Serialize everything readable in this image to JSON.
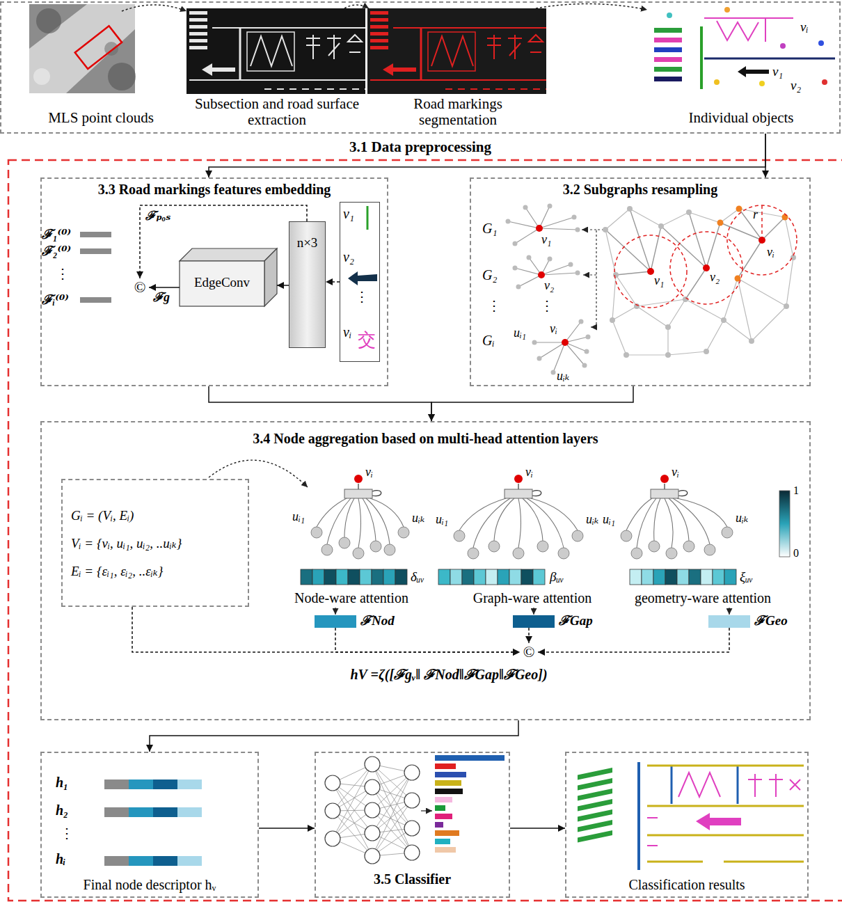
{
  "diagram": {
    "nodes": [
      {
        "text": [
          "3.1 Data preprocessing"
        ]
      },
      {
        "text": [
          "3.3 Road markings features embedding"
        ]
      },
      {
        "text": [
          "n×3"
        ],
        "in": 1
      },
      {
        "text": [
          "EdgeConv"
        ],
        "in": 1
      },
      {
        "text": [
          "v₁",
          "v₂",
          "⋮",
          "vᵢ",
          "交"
        ],
        "in": 1
      },
      {
        "text": [
          "©"
        ],
        "in": 1
      },
      {
        "text": [
          "3.2 Subgraphs resampling"
        ]
      },
      {
        "text": [
          "3.4 Node aggregation based on multi-head attention layers"
        ]
      },
      {
        "text": [
          "Gᵢ = (Vᵢ, Eᵢ)",
          "Vᵢ = {vᵢ, uᵢ₁, uᵢ₂, ..uᵢₖ}",
          "Eᵢ = {εᵢ₁, εᵢ₂, ..εᵢₖ}"
        ],
        "in": 7
      },
      {
        "text": [
          "ℱNod"
        ],
        "in": 7
      },
      {
        "text": [
          "ℱGap"
        ],
        "in": 7
      },
      {
        "text": [
          "ℱGeo"
        ],
        "in": 7
      },
      {
        "text": [
          "©"
        ],
        "in": 7
      },
      {
        "text": [
          "Final node descriptor hᵥ"
        ]
      },
      {
        "text": [
          "3.5 Classifier"
        ]
      },
      {
        "text": [
          "Classification results"
        ]
      }
    ],
    "edges": [
      {
        "from": 0,
        "to": 1,
        "arrow": "to"
      },
      {
        "from": 0,
        "to": 6,
        "arrow": "to"
      },
      {
        "from": 4,
        "to": 2,
        "arrow": "to"
      },
      {
        "from": 2,
        "to": 3,
        "arrow": "to"
      },
      {
        "from": 3,
        "to": 5,
        "arrow": "to",
        "label": "ℱg"
      },
      {
        "from": 2,
        "to": 5,
        "arrow": "to",
        "label": "ℱₚₒₛ"
      },
      {
        "from": 1,
        "to": 7,
        "arrow": "to"
      },
      {
        "from": 6,
        "to": 7,
        "arrow": "to"
      },
      {
        "from": 8,
        "to": 12,
        "arrow": "to"
      },
      {
        "from": 9,
        "to": 12,
        "arrow": "to"
      },
      {
        "from": 10,
        "to": 12,
        "arrow": "to"
      },
      {
        "from": 11,
        "to": 12,
        "arrow": "to"
      },
      {
        "from": 7,
        "to": 13,
        "arrow": "to"
      },
      {
        "from": 13,
        "to": 14,
        "arrow": "to"
      },
      {
        "from": 14,
        "to": 15,
        "arrow": "to"
      }
    ],
    "labels": [
      "MLS point clouds",
      "Subsection and road surface extraction",
      "Road markings segmentation",
      "Individual objects",
      "vᵢ",
      "v₁",
      "v₂",
      "ℱ₁⁽⁰⁾",
      "ℱ₂⁽⁰⁾",
      "⋮",
      "ℱᵢ⁽⁰⁾",
      "G₁",
      "v₁",
      "G₂",
      "v₂",
      "⋮",
      "⋮",
      "Gᵢ",
      "uᵢ₁",
      "vᵢ",
      "uᵢₖ",
      "r",
      "v₁",
      "v₂",
      "vᵢ",
      "vᵢ",
      "uᵢ₁",
      "uᵢₖ",
      "δᵤᵥ",
      "Node-ware attention",
      "vᵢ",
      "uᵢ₁",
      "uᵢₖ",
      "βᵤᵥ",
      "Graph-ware attention",
      "vᵢ",
      "uᵢ₁",
      "uᵢₖ",
      "ξᵤᵥ",
      "geometry-ware attention",
      "1",
      "0",
      "hV =ζ([ℱgᵥ‖ ℱNod‖ℱGap‖ℱGeo])",
      "h₁",
      "h₂",
      "⋮",
      "hᵢ"
    ]
  }
}
